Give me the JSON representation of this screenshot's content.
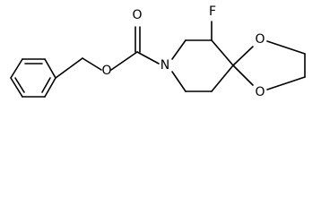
{
  "atoms": {
    "fluorine": "F",
    "carbonyl_oxygen": "O",
    "ester_oxygen": "O",
    "nitrogen": "N",
    "ketal_oxygen_top": "O",
    "ketal_oxygen_bottom": "O"
  }
}
